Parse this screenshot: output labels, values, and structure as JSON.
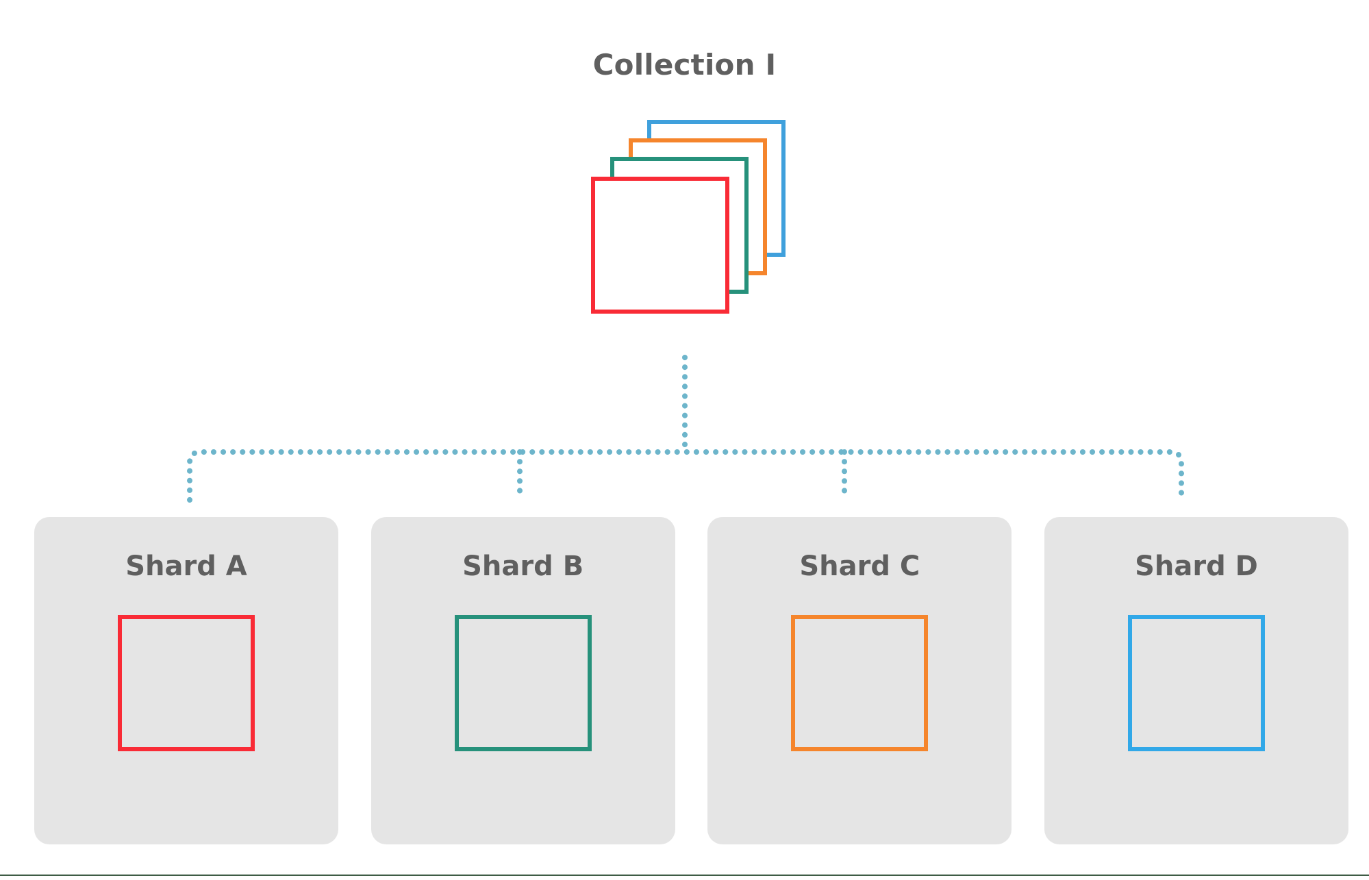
{
  "diagram": {
    "title": "Collection I",
    "type": "collection-sharding-diagram",
    "title_color": "#5f5f5f",
    "background_color": "#ffffff"
  },
  "collection_stack": {
    "name": "Collection I",
    "squares": [
      {
        "id": "doc-blue",
        "color": "#3fa0dc",
        "z": 1,
        "position": "back"
      },
      {
        "id": "doc-orange",
        "color": "#f5852c",
        "z": 2,
        "position": "upper-middle"
      },
      {
        "id": "doc-teal",
        "color": "#26917b",
        "z": 3,
        "position": "lower-middle"
      },
      {
        "id": "doc-red",
        "color": "#f92b36",
        "z": 4,
        "position": "front"
      }
    ]
  },
  "connector": {
    "style": "dotted",
    "color": "#6db5cb",
    "dot_radius": 4,
    "dot_spacing": 14,
    "branches": 4
  },
  "shards": [
    {
      "label": "Shard A",
      "square_color": "#f92b36",
      "card_color": "#e5e5e5"
    },
    {
      "label": "Shard B",
      "square_color": "#26917b",
      "card_color": "#e5e5e5"
    },
    {
      "label": "Shard C",
      "square_color": "#f5852c",
      "card_color": "#e5e5e5"
    },
    {
      "label": "Shard D",
      "square_color": "#31a8e8",
      "card_color": "#e5e5e5"
    }
  ],
  "bottom_rule": {
    "color": "#3e5c45"
  }
}
